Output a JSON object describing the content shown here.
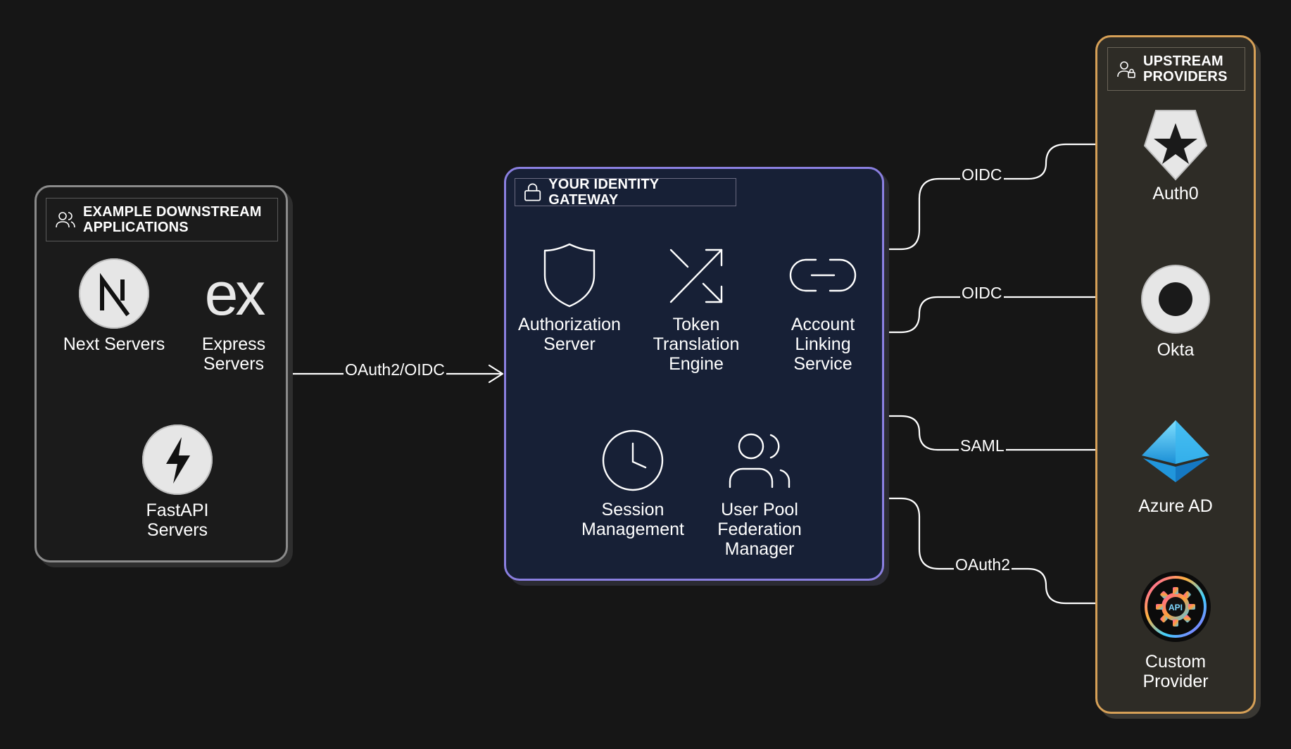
{
  "downstream": {
    "title": "EXAMPLE DOWNSTREAM APPLICATIONS",
    "apps": [
      {
        "name": "Next Servers",
        "icon": "nextjs-logo-icon"
      },
      {
        "name": "Express Servers",
        "icon": "express-logo-icon"
      },
      {
        "name": "FastAPI Servers",
        "icon": "fastapi-logo-icon"
      }
    ]
  },
  "gateway": {
    "title": "YOUR IDENTITY GATEWAY",
    "components": [
      {
        "name": "Authorization Server",
        "icon": "shield-icon"
      },
      {
        "name": "Token Translation Engine",
        "icon": "shuffle-icon"
      },
      {
        "name": "Account Linking Service",
        "icon": "link-icon"
      },
      {
        "name": "Session Management",
        "icon": "clock-icon"
      },
      {
        "name": "User Pool Federation Manager",
        "icon": "users-icon"
      }
    ]
  },
  "upstream": {
    "title": "UPSTREAM PROVIDERS",
    "providers": [
      {
        "name": "Auth0",
        "icon": "auth0-logo-icon"
      },
      {
        "name": "Okta",
        "icon": "okta-logo-icon"
      },
      {
        "name": "Azure AD",
        "icon": "azure-ad-logo-icon"
      },
      {
        "name": "Custom Provider",
        "icon": "api-gear-icon"
      }
    ]
  },
  "connections": [
    {
      "from": "downstream",
      "to": "gateway",
      "protocol": "OAuth2/OIDC"
    },
    {
      "from": "gateway",
      "to": "Auth0",
      "protocol": "OIDC"
    },
    {
      "from": "gateway",
      "to": "Okta",
      "protocol": "OIDC"
    },
    {
      "from": "gateway",
      "to": "Azure AD",
      "protocol": "SAML"
    },
    {
      "from": "gateway",
      "to": "Custom Provider",
      "protocol": "OAuth2"
    }
  ],
  "colors": {
    "background": "#161616",
    "gateway_border": "#8a7fe0",
    "gateway_fill": "#172036",
    "upstream_border": "#d6a057",
    "downstream_border": "#8a8a8a"
  }
}
